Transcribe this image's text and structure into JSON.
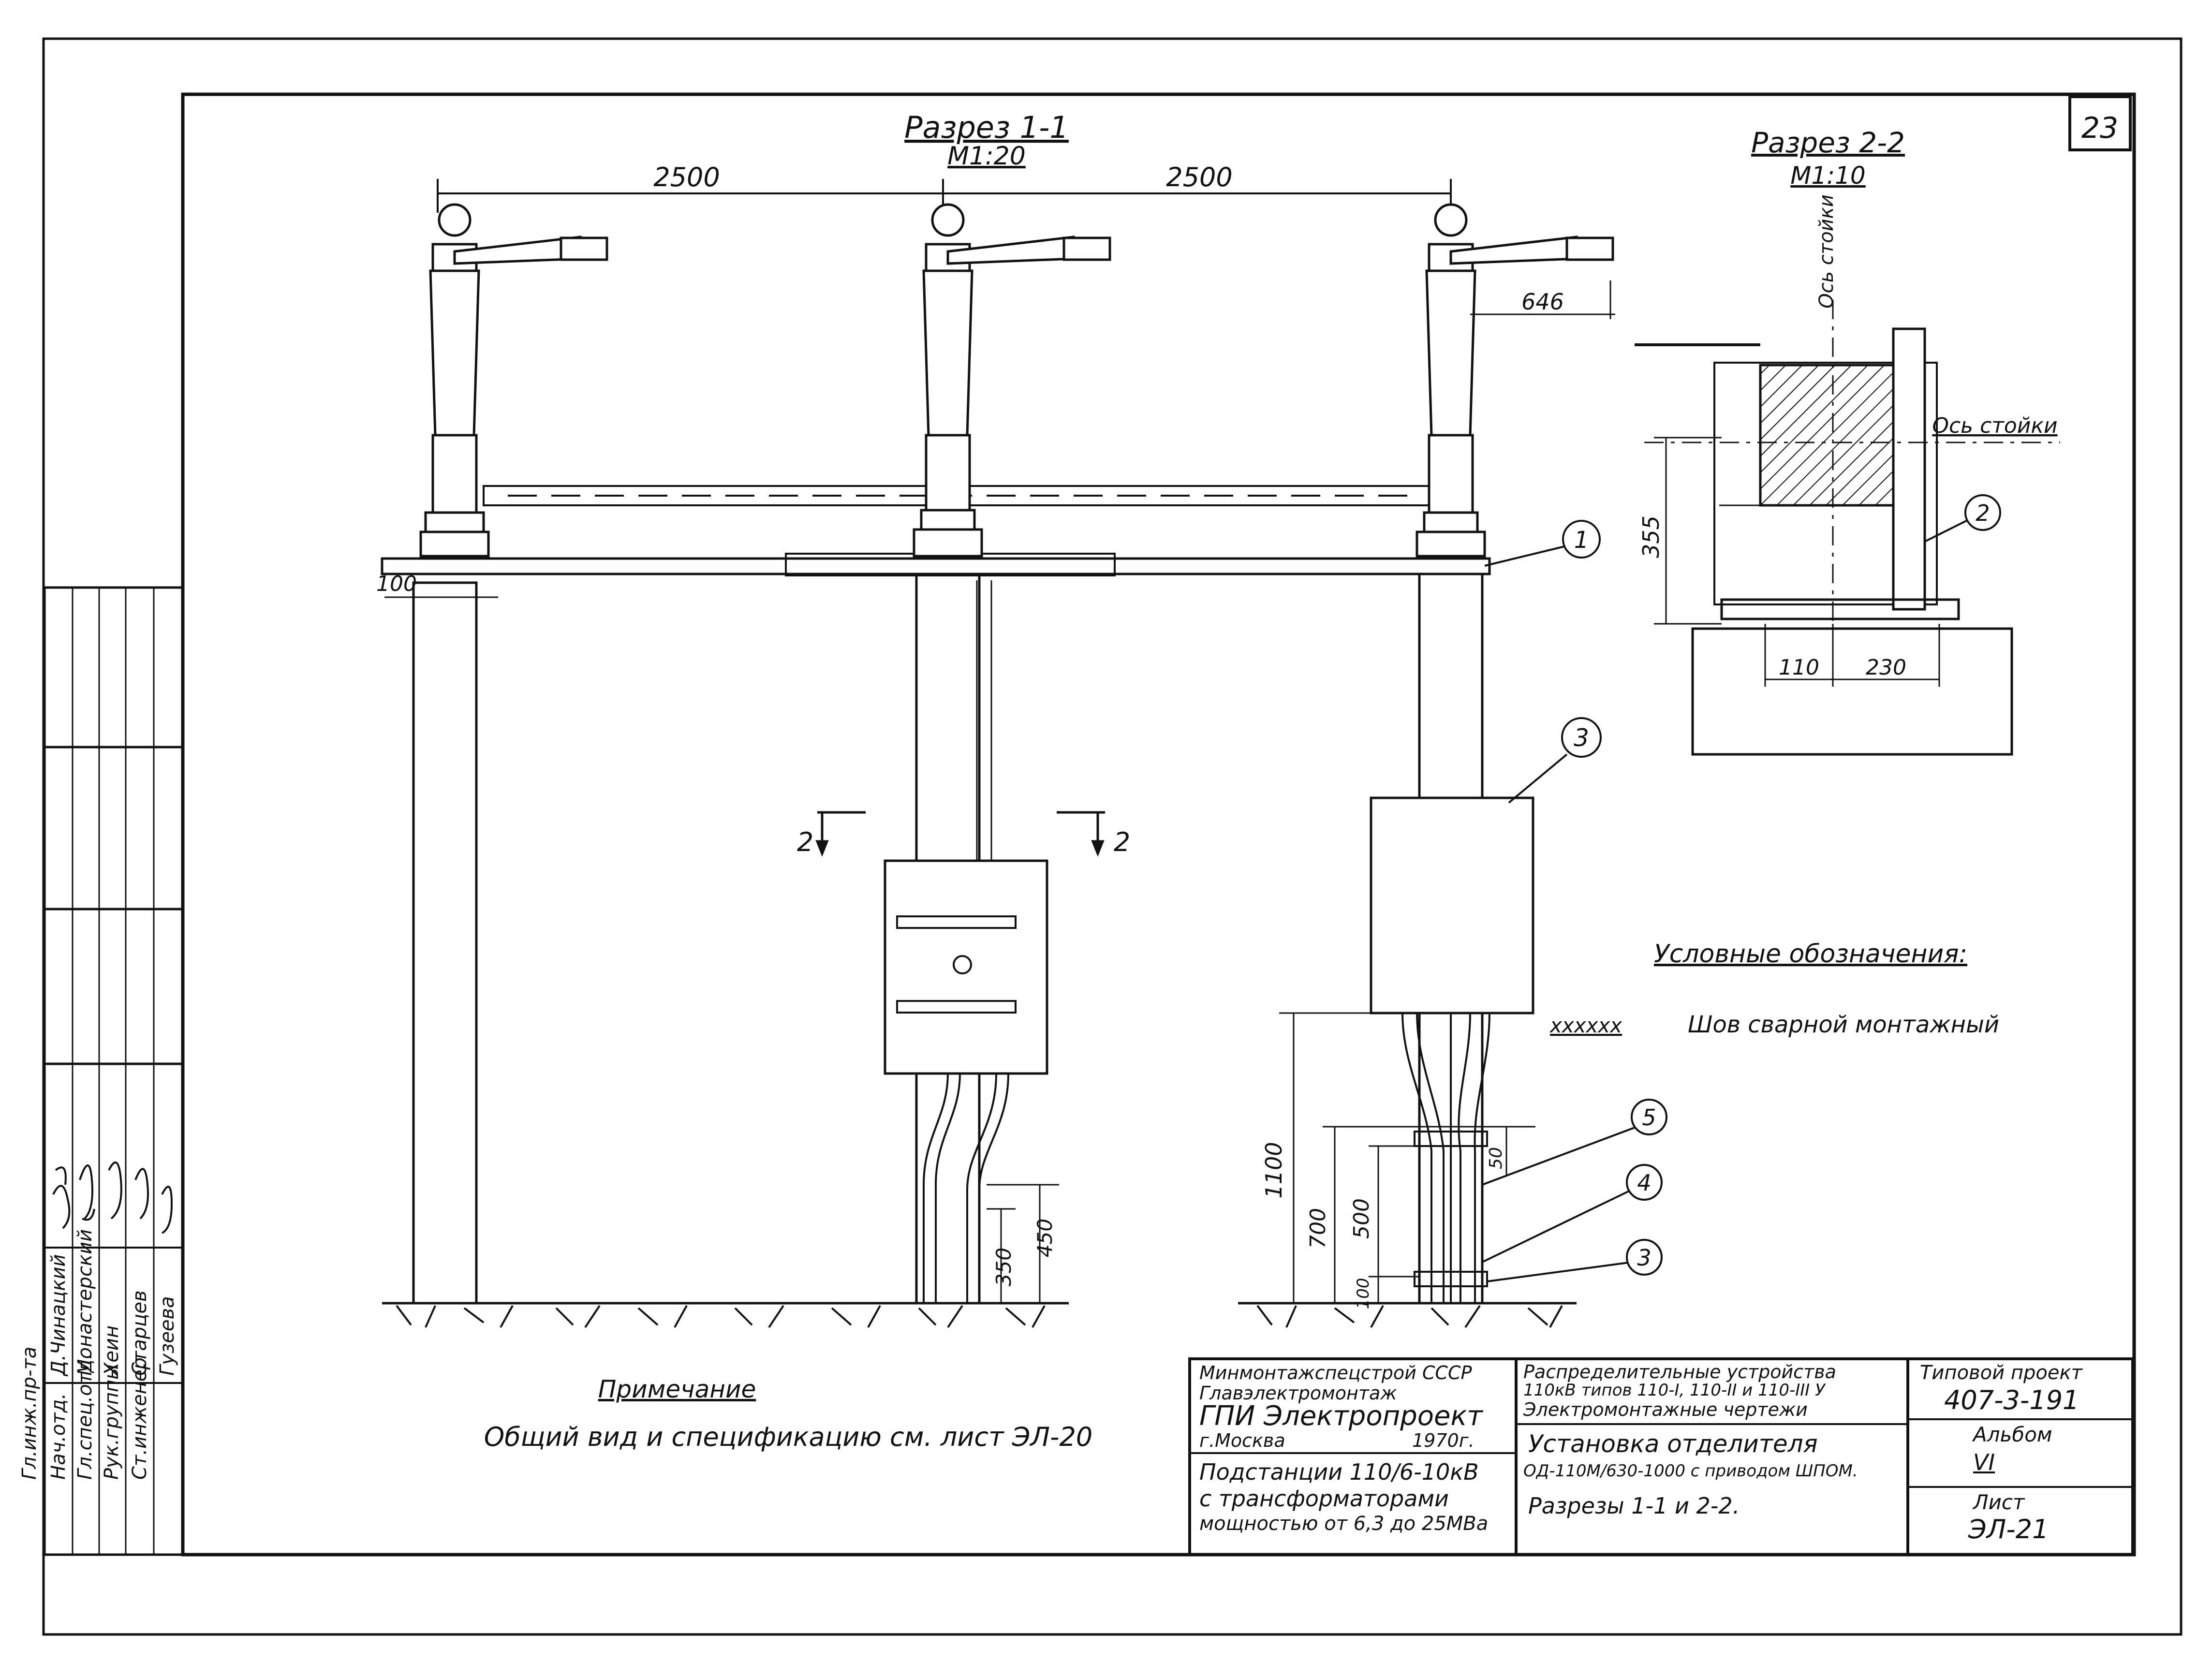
{
  "sheet_number": "23",
  "section_1": {
    "title": "Разрез 1-1",
    "scale": "М1:20"
  },
  "section_2": {
    "title": "Разрез 2-2",
    "scale": "М1:10"
  },
  "dimensions": {
    "span_left": "2500",
    "span_right": "2500",
    "d646": "646",
    "d100": "100",
    "d355": "355",
    "d110": "110",
    "d230": "230",
    "d1100": "1100",
    "d700": "700",
    "d500": "500",
    "d50": "50",
    "d100b": "100",
    "d350": "350",
    "d450": "450"
  },
  "axis_labels": {
    "axis_vertical": "Ось стойки",
    "axis_horizontal": "Ось стойки"
  },
  "section_marks": {
    "left": "2",
    "right": "2"
  },
  "callouts": [
    "1",
    "2",
    "3",
    "5",
    "4",
    "3"
  ],
  "legend": {
    "title": "Условные обозначения:",
    "symbol": "xxxxxx",
    "text": "Шов сварной монтажный"
  },
  "note": {
    "title": "Примечание",
    "text": "Общий вид и спецификацию см. лист ЭЛ-20"
  },
  "stamp_rows": [
    {
      "role": "Гл.инж.пр-та",
      "name": "Д.Чинацкий"
    },
    {
      "role": "Нач.отд.",
      "name": "Монастерский"
    },
    {
      "role": "Гл.спец.отд.",
      "name": "Хеин"
    },
    {
      "role": "Рук.группы",
      "name": "Старцев"
    },
    {
      "role": "Ст.инженер",
      "name": "Гузеева"
    }
  ],
  "title_block": {
    "org_line1": "Минмонтажспецстрой СССР",
    "org_line2": "Главэлектромонтаж",
    "org_name": "ГПИ Электропроект",
    "city": "г.Москва",
    "year": "1970г.",
    "project_line1": "Подстанции 110/6-10кВ",
    "project_line2": "с трансформаторами",
    "project_line3": "мощностью от 6,3 до 25МВа",
    "series_line1": "Распределительные устройства",
    "series_line2": "110кВ типов 110-I, 110-II и 110-III У",
    "series_line3": "Электромонтажные чертежи",
    "sheet_title1": "Установка отделителя",
    "sheet_title2": "ОД-110М/630-1000 с приводом ШПОМ.",
    "sheet_title3": "Разрезы 1-1 и 2-2.",
    "typical_label": "Типовой проект",
    "typical_value": "407-3-191",
    "album_label": "Альбом",
    "album_value": "VI",
    "list_label": "Лист",
    "list_value": "ЭЛ-21"
  }
}
